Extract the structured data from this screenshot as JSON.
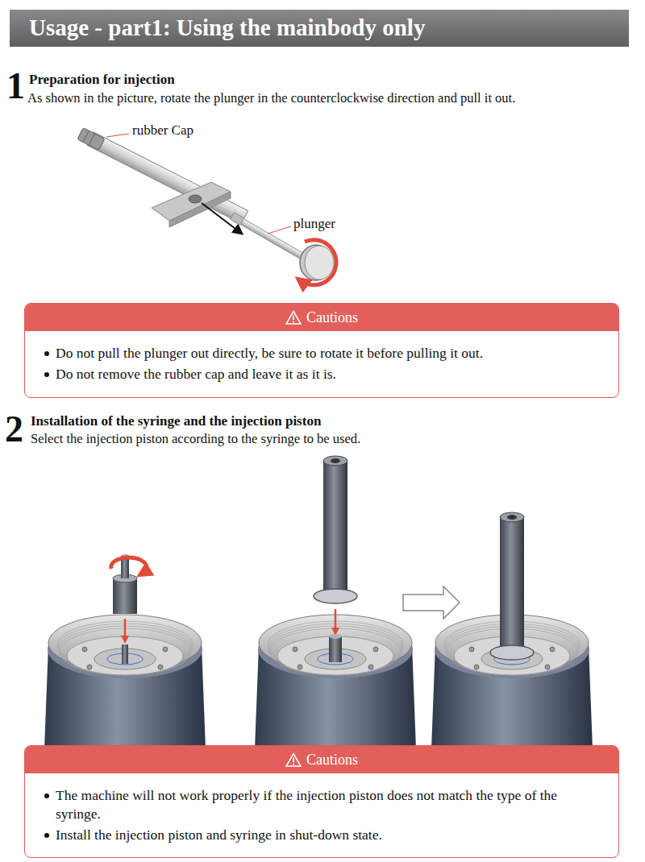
{
  "diagram": {
    "title": "Usage - part1: Using the mainbody only",
    "nodes": [
      {
        "text": [
          "Cautions",
          "Do not pull the plunger out directly, be sure to rotate it before pulling it out.",
          "Do not remove the rubber cap and leave it as it is."
        ]
      },
      {
        "text": [
          "Cautions",
          "The machine will not work properly if the injection piston does not match the type of the syringe.",
          "Install the injection piston and syringe in shut-down state."
        ]
      }
    ],
    "labels": [
      "1",
      "Preparation for injection",
      "As shown in the picture, rotate the plunger in the counterclockwise direction and pull it out.",
      "rubber Cap",
      "plunger",
      "2",
      "Installation of the syringe and the injection piston",
      "Select the injection piston according to the syringe to be used."
    ]
  }
}
